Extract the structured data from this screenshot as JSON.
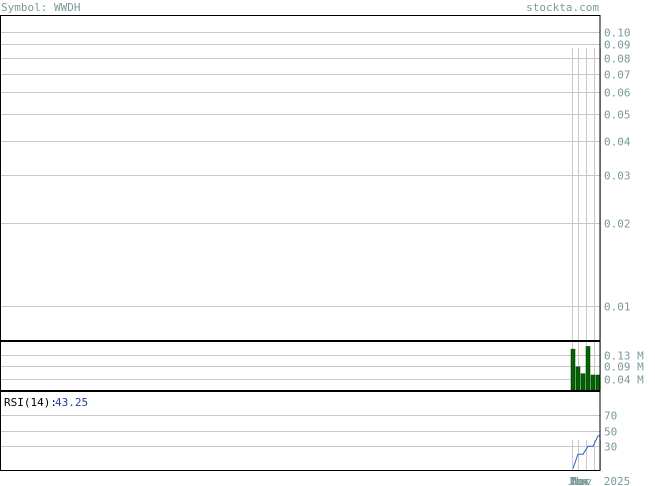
{
  "header": {
    "symbol_label": "Symbol: WWDH",
    "site": "stockta.com"
  },
  "colors": {
    "grid": "#c8c8c8",
    "frame": "#000000",
    "axis_text": "#7a9a9a",
    "volume_bar": "#006400",
    "rsi_line": "#3060c0",
    "rsi_value": "#2040a0"
  },
  "chart_data": [
    {
      "type": "bar",
      "panel": "price",
      "scale": "log",
      "y_ticks": [
        "0.10",
        "0.09",
        "0.08",
        "0.07",
        "0.06",
        "0.05",
        "0.04",
        "0.03",
        "0.02",
        "0.01"
      ],
      "ylim": [
        0.0075,
        0.115
      ],
      "grid": true
    },
    {
      "type": "bar",
      "panel": "volume",
      "y_ticks": [
        "0.13 M",
        "0.09 M",
        "0.04 M"
      ],
      "ylim": [
        0,
        0.18
      ],
      "values": [
        0.15,
        0.085,
        0.06,
        0.16,
        0.055,
        0.055
      ],
      "grid": true
    },
    {
      "type": "line",
      "panel": "rsi",
      "label": "RSI(14):",
      "value_text": "43.25",
      "y_ticks": [
        "70",
        "50",
        "30"
      ],
      "ylim": [
        0,
        100
      ],
      "values": [
        2,
        20,
        20,
        30,
        30,
        43.25
      ],
      "x_ticks": [
        "Jun",
        "Mar",
        "Dec",
        "Nov",
        "2025"
      ],
      "grid": true
    }
  ]
}
